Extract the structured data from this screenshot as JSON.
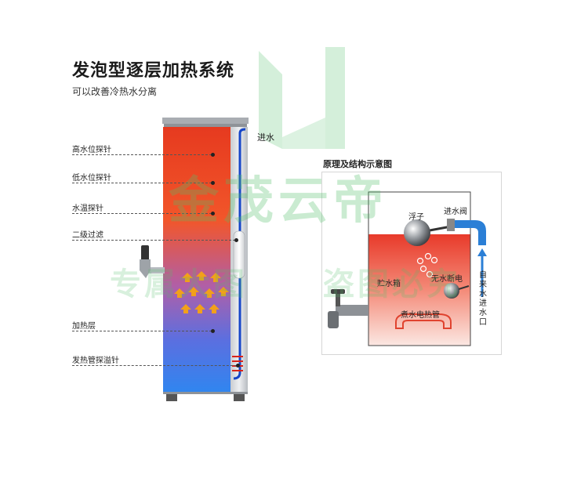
{
  "header": {
    "title": "发泡型逐层加热系统",
    "subtitle": "可以改善冷热水分离"
  },
  "machine": {
    "inlet_label": "进水",
    "callouts": [
      "高水位探针",
      "低水位探针",
      "水温探针",
      "二级过滤",
      "加热层",
      "发热管探溢针"
    ]
  },
  "diagram": {
    "title": "原理及结构示意图",
    "labels": {
      "float": "浮子",
      "inlet_valve": "进水阀",
      "tank": "贮水箱",
      "cutoff": "无水断电",
      "heater": "煮水电热管",
      "tap_inlet": "自来水进水口"
    }
  },
  "watermark": {
    "main": "金茂云帝",
    "secondary_left": "专属大图",
    "secondary_right": "盗图必究"
  },
  "colors": {
    "tank_top": "#e63a1f",
    "tank_mid": "#f2562a",
    "tank_bottom": "#2f86f0",
    "arrow": "#f2a01a",
    "pipe": "#1646c8",
    "frame": "#bfc3c7",
    "watermark": "#52c06a",
    "diagram_water_top": "#e83a2a",
    "diagram_water_bottom": "#fbe7e2"
  }
}
